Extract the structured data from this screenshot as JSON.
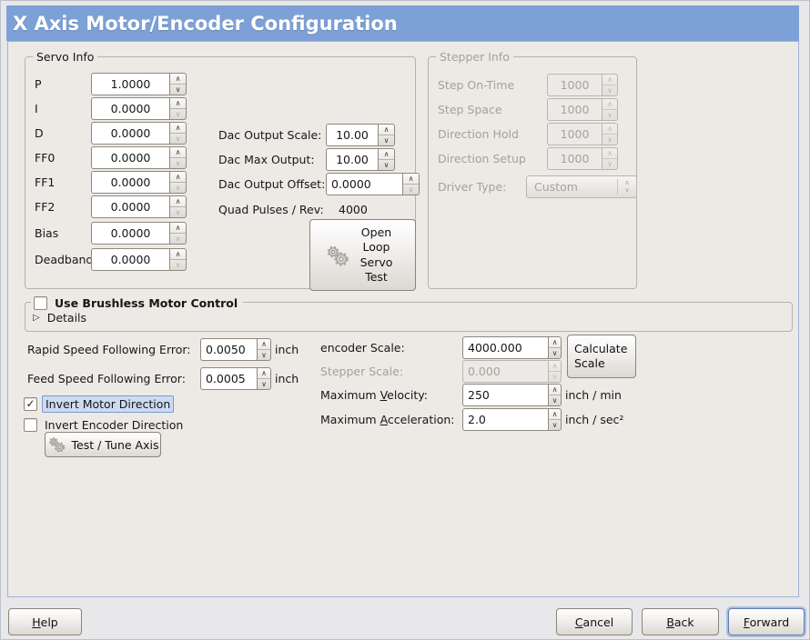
{
  "window": {
    "title": "X Axis Motor/Encoder Configuration"
  },
  "colors": {
    "titlebar": "#7da1d6",
    "focus_ring": "#a9bfe0",
    "selection_bg": "#ccdaf2",
    "panel_bg": "#edeae6"
  },
  "icons": {
    "expander": "▷",
    "check": "✓",
    "spin_up": "∧",
    "spin_down": "∨"
  },
  "servo": {
    "legend": "Servo Info",
    "params": [
      {
        "label": "P",
        "value": "1.0000"
      },
      {
        "label": "I",
        "value": "0.0000"
      },
      {
        "label": "D",
        "value": "0.0000"
      },
      {
        "label": "FF0",
        "value": "0.0000"
      },
      {
        "label": "FF1",
        "value": "0.0000"
      },
      {
        "label": "FF2",
        "value": "0.0000"
      },
      {
        "label": "Bias",
        "value": "0.0000"
      },
      {
        "label": "Deadband",
        "value": "0.0000"
      }
    ],
    "dac_scale": {
      "label": "Dac Output Scale:",
      "value": "10.00"
    },
    "dac_max": {
      "label": "Dac Max Output:",
      "value": "10.00"
    },
    "dac_offset": {
      "label": "Dac Output Offset:",
      "value": "0.0000"
    },
    "quad": {
      "label": "Quad Pulses / Rev:",
      "value": "4000"
    },
    "open_loop_label": "Open Loop Servo Test"
  },
  "stepper": {
    "legend": "Stepper Info",
    "params": [
      {
        "label": "Step On-Time",
        "value": "1000"
      },
      {
        "label": "Step Space",
        "value": "1000"
      },
      {
        "label": "Direction Hold",
        "value": "1000"
      },
      {
        "label": "Direction Setup",
        "value": "1000"
      }
    ],
    "driver": {
      "label": "Driver Type:",
      "value": "Custom"
    }
  },
  "brushless": {
    "checkbox_label": "Use Brushless Motor Control",
    "details_label": "Details"
  },
  "errors": {
    "rapid": {
      "label": "Rapid Speed Following Error:",
      "value": "0.0050",
      "unit": "inch"
    },
    "feed": {
      "label": "Feed Speed Following Error:",
      "value": "0.0005",
      "unit": "inch"
    }
  },
  "invert": {
    "motor_label": "Invert Motor Direction",
    "encoder_label": "Invert Encoder Direction",
    "test_button_label": "Test / Tune Axis"
  },
  "scale": {
    "encoder": {
      "label": "encoder Scale:",
      "value": "4000.000"
    },
    "stepper": {
      "label": "Stepper Scale:",
      "value": "0.000"
    },
    "velocity": {
      "pre": "Maximum ",
      "u": "V",
      "post": "elocity:",
      "value": "250",
      "unit": "inch / min"
    },
    "accel": {
      "pre": "Maximum ",
      "u": "A",
      "post": "cceleration:",
      "value": "2.0",
      "unit": "inch / sec²"
    },
    "calc_button_label": "Calculate Scale"
  },
  "footer": {
    "help": {
      "u": "H",
      "rest": "elp"
    },
    "cancel": {
      "u": "C",
      "rest": "ancel"
    },
    "back": {
      "u": "B",
      "rest": "ack"
    },
    "forward": {
      "u": "F",
      "rest": "orward"
    }
  }
}
